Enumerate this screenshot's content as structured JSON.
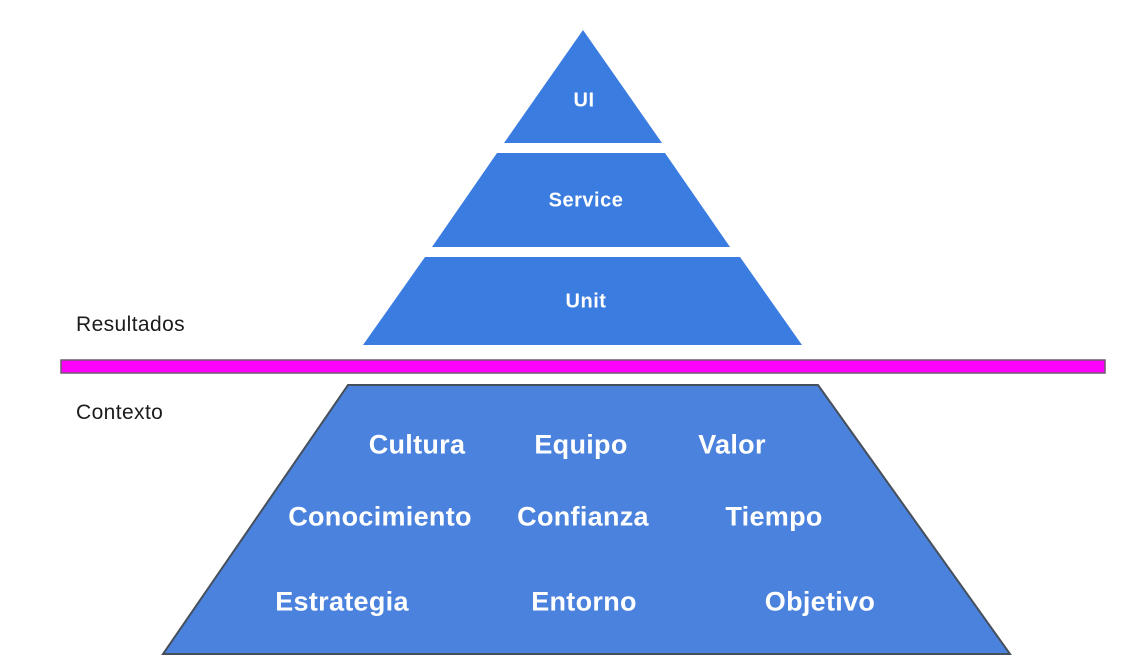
{
  "labels": {
    "above_divider": "Resultados",
    "below_divider": "Contexto"
  },
  "pyramid": {
    "levels": [
      {
        "label": "UI"
      },
      {
        "label": "Service"
      },
      {
        "label": "Unit"
      }
    ]
  },
  "context": {
    "words": [
      {
        "label": "Cultura"
      },
      {
        "label": "Equipo"
      },
      {
        "label": "Valor"
      },
      {
        "label": "Conocimiento"
      },
      {
        "label": "Confianza"
      },
      {
        "label": "Tiempo"
      },
      {
        "label": "Estrategia"
      },
      {
        "label": "Entorno"
      },
      {
        "label": "Objetivo"
      }
    ]
  },
  "colors": {
    "pyramid_blue": "#3b7ce0",
    "context_blue": "#4a82dd",
    "divider_magenta": "#ff00fb",
    "divider_border": "#6f5a6f",
    "context_border": "#46505c",
    "text_light": "#ffffff",
    "text_dark": "#1c1c1c"
  }
}
